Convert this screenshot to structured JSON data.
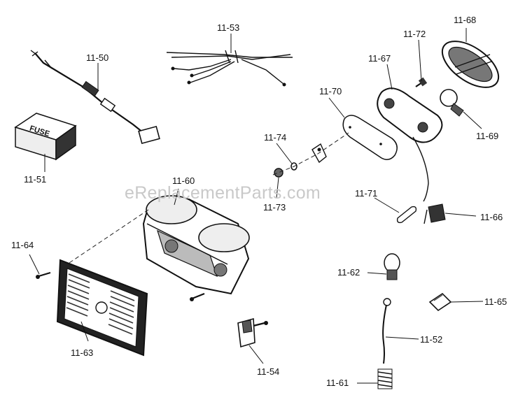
{
  "watermark": "eReplacementParts.com",
  "parts": {
    "p11_50": "11-50",
    "p11_51": "11-51",
    "p11_53": "11-53",
    "p11_68": "11-68",
    "p11_72": "11-72",
    "p11_67": "11-67",
    "p11_70": "11-70",
    "p11_69": "11-69",
    "p11_74": "11-74",
    "p11_73": "11-73",
    "p11_60": "11-60",
    "p11_71": "11-71",
    "p11_66": "11-66",
    "p11_64": "11-64",
    "p11_62": "11-62",
    "p11_65": "11-65",
    "p11_63": "11-63",
    "p11_52": "11-52",
    "p11_54": "11-54",
    "p11_61": "11-61"
  },
  "fuse_box_text": "FUSE"
}
